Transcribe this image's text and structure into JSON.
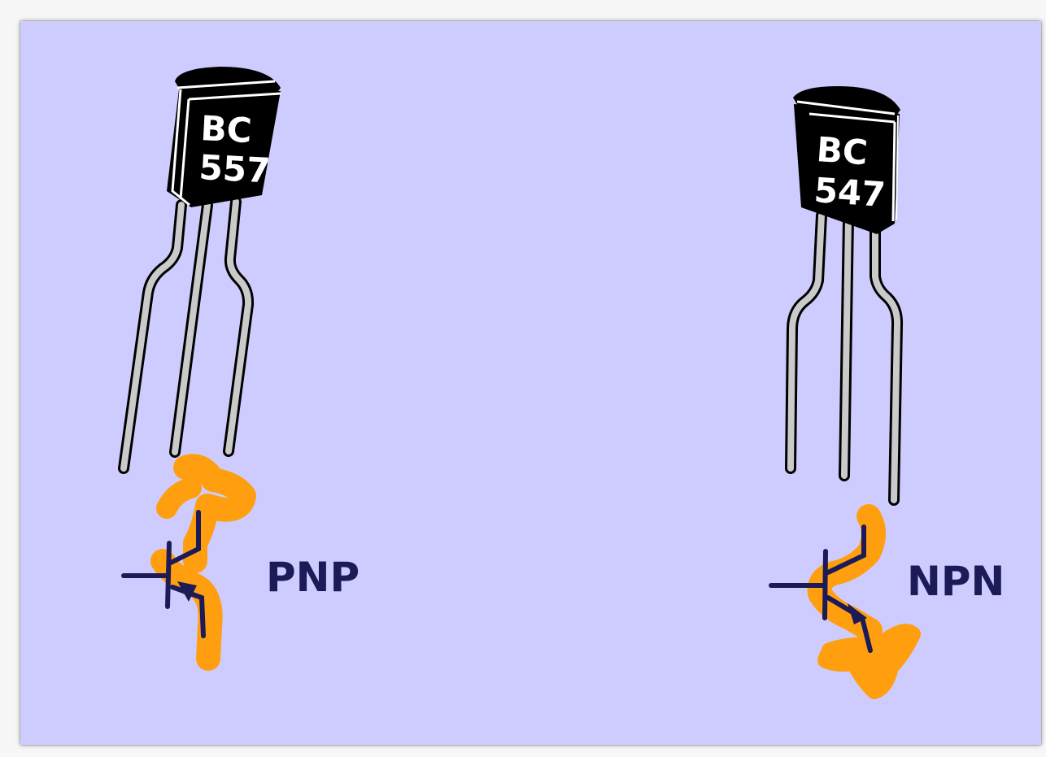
{
  "transistors": [
    {
      "line1": "BC",
      "line2": "557",
      "type_label": "PNP",
      "symbol_icon": "pnp-transistor-symbol-icon"
    },
    {
      "line1": "BC",
      "line2": "547",
      "type_label": "NPN",
      "symbol_icon": "npn-transistor-symbol-icon"
    }
  ],
  "colors": {
    "background": "#ceccff",
    "package": "#000000",
    "lead": "#c8c8c8",
    "highlight": "#ff9f10",
    "ink": "#1c1a57"
  }
}
